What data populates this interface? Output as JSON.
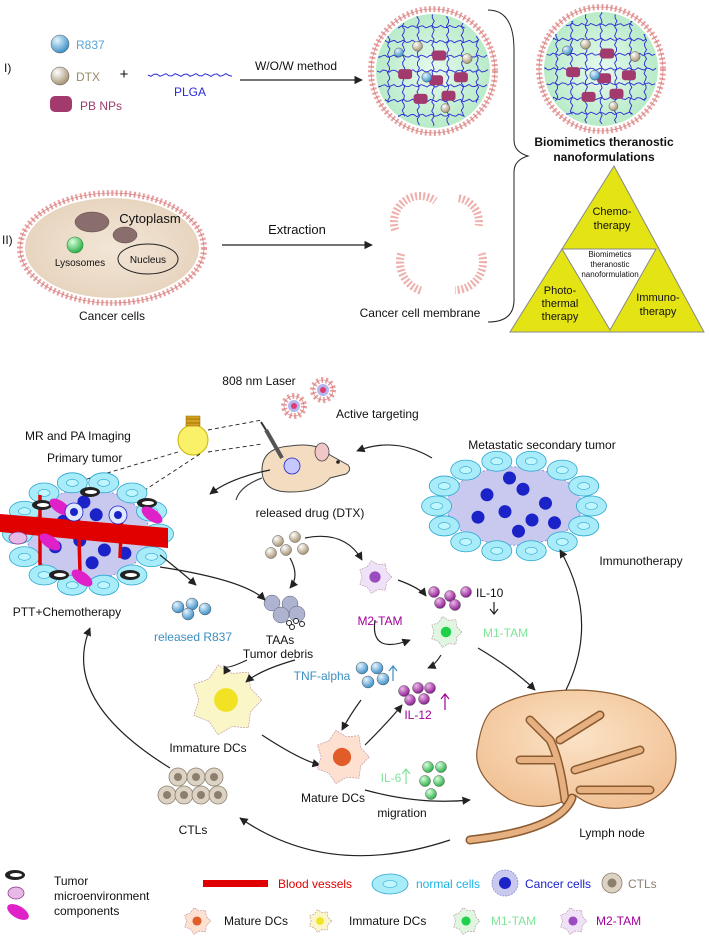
{
  "part_labels": {
    "one": "I)",
    "two": "II)"
  },
  "section1": {
    "legend": {
      "r837": "R837",
      "dtx": "DTX",
      "pb_nps": "PB NPs"
    },
    "plus": "+",
    "plga": "PLGA",
    "method": "W/O/W method",
    "extraction": "Extraction",
    "cell": {
      "cytoplasm": "Cytoplasm",
      "lysosomes": "Lysosomes",
      "nucleus": "Nucleus",
      "caption": "Cancer cells"
    },
    "membrane_caption": "Cancer cell membrane",
    "title_line1": "Biomimetics theranostic",
    "title_line2": "nanoformulations",
    "triangle": {
      "chemo1": "Chemo-",
      "chemo2": "therapy",
      "center1": "Biomimetics",
      "center2": "theranostic",
      "center3": "nanoformulation",
      "photo1": "Photo-",
      "photo2": "thermal",
      "photo3": "therapy",
      "immuno1": "Immuno-",
      "immuno2": "therapy"
    }
  },
  "section2": {
    "laser": "808 nm Laser",
    "active_targeting": "Active targeting",
    "mr_pa": "MR and PA Imaging",
    "primary": "Primary tumor",
    "metastatic": "Metastatic secondary tumor",
    "released_drug": "released drug (DTX)",
    "ptt": "PTT+Chemotherapy",
    "released_r837": "released R837",
    "taas": "TAAs",
    "tumor_debris": "Tumor debris",
    "m2tam": "M2-TAM",
    "il10": "IL-10",
    "m1tam": "M1-TAM",
    "immunotherapy": "Immunotherapy",
    "tnf": "TNF-alpha",
    "il12": "IL-12",
    "immature": "Immature DCs",
    "mature": "Mature DCs",
    "il6": "IL-6",
    "migration": "migration",
    "ctls": "CTLs",
    "lymph": "Lymph node"
  },
  "legend": {
    "tumor1": "Tumor",
    "tumor2": "microenvironment",
    "tumor3": "components",
    "blood": "Blood vessels",
    "normal": "normal cells",
    "cancer": "Cancer cells",
    "ctls": "CTLs",
    "mature": "Mature DCs",
    "immature": "Immature DCs",
    "m1": "M1-TAM",
    "m2": "M2-TAM"
  },
  "colors": {
    "r837": "#5aa6d6",
    "dtx": "#c9b893",
    "pb": "#a23a6e",
    "plga": "#2a2ad6",
    "red": "#e00000",
    "cyan": "#19b3e6",
    "cancer_blue": "#1a22c8",
    "ctl": "#8c7f6e",
    "m1_green": "#36d36a",
    "m2_purple": "#9b2b9b",
    "magenta": "#a2009a",
    "teal": "#3a8fc0",
    "yellow": "#e8e41a",
    "lymph": "#f5cfa8"
  }
}
